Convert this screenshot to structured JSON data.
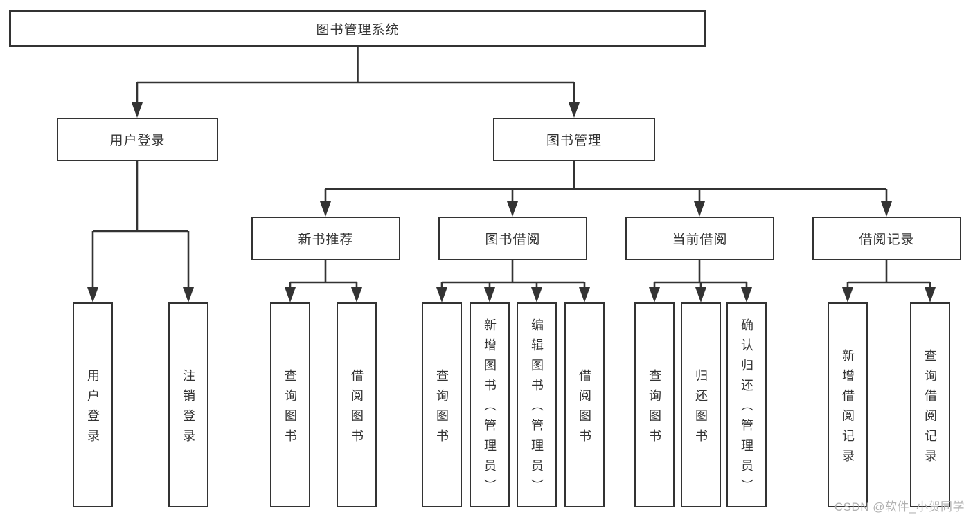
{
  "diagram_title": "图书管理系统",
  "nodes": {
    "root": "图书管理系统",
    "level2": {
      "userLogin": "用户登录",
      "bookMgmt": "图书管理"
    },
    "level3": {
      "newBookRec": "新书推荐",
      "bookBorrow": "图书借阅",
      "currentBorrow": "当前借阅",
      "borrowRecord": "借阅记录"
    },
    "leaves": {
      "login": {
        "userLogin": "用户登录",
        "logout": "注销登录"
      },
      "newBookRec": {
        "query": "查询图书",
        "borrow": "借阅图书"
      },
      "bookBorrow": {
        "query": "查询图书",
        "add": "新增图书（管理员）",
        "edit": "编辑图书（管理员）",
        "borrow": "借阅图书"
      },
      "currentBorrow": {
        "query": "查询图书",
        "return": "归还图书",
        "confirmReturn": "确认归还（管理员）"
      },
      "borrowRecord": {
        "add": "新增借阅记录",
        "query": "查询借阅记录"
      }
    }
  },
  "watermark": "CSDN @软件_小贺同学",
  "colors": {
    "line": "#333333",
    "text": "#333333",
    "box_background": "#ffffff",
    "page_background": "#ffffff",
    "watermark": "#b0b0b0"
  }
}
